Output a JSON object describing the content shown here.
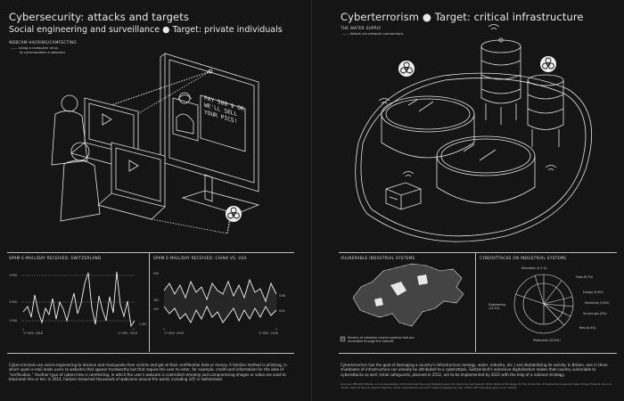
{
  "left": {
    "title": "Cybersecurity: attacks and targets",
    "subtitle": "Social engineering and surveillance ● Target: private individuals",
    "section_label": "WEBCAM HACKING/CAMFECTING",
    "section_note_1": "Using a computer virus",
    "section_note_2": "to commandeer a webcam",
    "screen_text": [
      "PAY 500 $ OR",
      "WE'LL SELL",
      "YOUR PICS!"
    ],
    "chart1": {
      "title": "SPAM E-MAIL/DAY RECEIVED: SWITZERLAND",
      "y_labels": [
        "4 MIO.",
        "3 MIO.",
        "1 MIO."
      ],
      "x_labels": [
        "17 NOV. 2016",
        "17 DEC. 2016"
      ],
      "end_label": "1.5M"
    },
    "chart2": {
      "title": "SPAM E-MAIL/DAY RECEIVED: CHINA VS. USA",
      "y_labels": [
        "500",
        "300",
        "200"
      ],
      "x_labels": [
        "17 NOV. 2016",
        "17 DEC. 2016"
      ],
      "end_labels": [
        "CHN",
        "USA"
      ]
    },
    "paragraph": "Cybercriminals use social engineering to deceive and manipulate their victims and get at their confidential data or money. A familiar method is phishing, in which spam e-mail leads users to websites that appear trustworthy but that require the user to enter, for example, credit-card information for the sake of “verification.” Another type of cybercrime is camfecting, in which the user's webcam is controlled remotely and compromising images or video are used to blackmail him or her. In 2014, hackers breached thousands of webcams around the world, including 145 in Switzerland."
  },
  "right": {
    "title": "Cyberterrorism ● Target: critical infrastructure",
    "section_label": "THE WATER SUPPLY",
    "section_note": "Attack via network connections",
    "map": {
      "title": "VULNERABLE INDUSTRIAL SYSTEMS",
      "legend_1": "Density of industrial control systems that are",
      "legend_2": "accessible through the internet"
    },
    "pie": {
      "title": "CYBERATTACKS ON INDUSTRIAL SYSTEMS",
      "labels": [
        "Education (3.4 %)",
        "Food (6.7%)",
        "Energy (9.6%)",
        "Electricity (3.6%)",
        "Oil and gas (5%)",
        "Rest (8.4%)",
        "Engineering (12.4%)",
        "Production (52.6%)"
      ]
    },
    "paragraph": "Cyberterrorism has the goal of damaging a country's infrastructure (energy, water, industry, etc.) and destabilizing its society. In Britain, one in three shutdowns of infrastructure can already be attributed to a cyberattack. Switzerland's extensive digitalization makes that country vulnerable to cyberattacks as well. Initial safeguards, planned in 2012, are to be implemented by 2022 with the help of a national strategy.",
    "sources": "Sources: MELANI (Melde- und Analysestelle Informationssicherung) Halbjahresbericht (Semi-Annual Report) 2016; National Strategy for the Protection of Switzerland against Cyber Risks (Federal Council, 2018); Internet Survey Report Melanie, 2016; Cyberthreat and 2017 Report (Kaspersky Lab, 2018); NFT Geo Bug (grouch.ch, 2018)"
  }
}
